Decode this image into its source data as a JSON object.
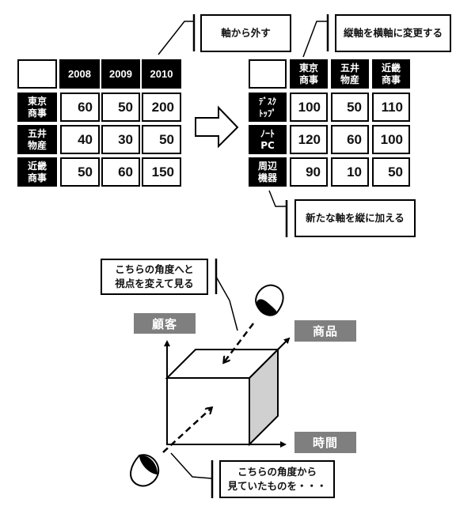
{
  "table_before": {
    "columns": [
      "2008",
      "2009",
      "2010"
    ],
    "rows": [
      {
        "label": "東京\n商事",
        "values": [
          "60",
          "50",
          "200"
        ]
      },
      {
        "label": "五井\n物産",
        "values": [
          "40",
          "30",
          "50"
        ]
      },
      {
        "label": "近畿\n商事",
        "values": [
          "50",
          "60",
          "150"
        ]
      }
    ]
  },
  "table_after": {
    "columns": [
      "東京\n商事",
      "五井\n物産",
      "近畿\n商事"
    ],
    "rows": [
      {
        "label": "ﾃﾞｽｸ\nﾄｯﾌﾟ",
        "values": [
          "100",
          "50",
          "110"
        ]
      },
      {
        "label": "ﾉｰﾄ\nPC",
        "values": [
          "120",
          "60",
          "100"
        ]
      },
      {
        "label": "周辺\n機器",
        "values": [
          "90",
          "10",
          "50"
        ]
      }
    ]
  },
  "callouts": {
    "remove_axis": "軸から外す",
    "swap_axis": "縦軸を横軸に変更する",
    "add_axis": "新たな軸を縦に加える",
    "new_view": "こちらの角度へと\n視点を変えて見る",
    "old_view": "こちらの角度から\n見ていたものを・・・"
  },
  "cube_axes": {
    "vertical": "顧客",
    "depth": "商品",
    "horizontal": "時間"
  },
  "icons": {
    "transform_arrow": "right-arrow-icon",
    "eye_top": "eye-icon",
    "eye_bottom": "eye-icon"
  },
  "colors": {
    "header_bg": "#000000",
    "axis_label_bg": "#7f7f7f",
    "cube_side": "#d0d0d0"
  }
}
